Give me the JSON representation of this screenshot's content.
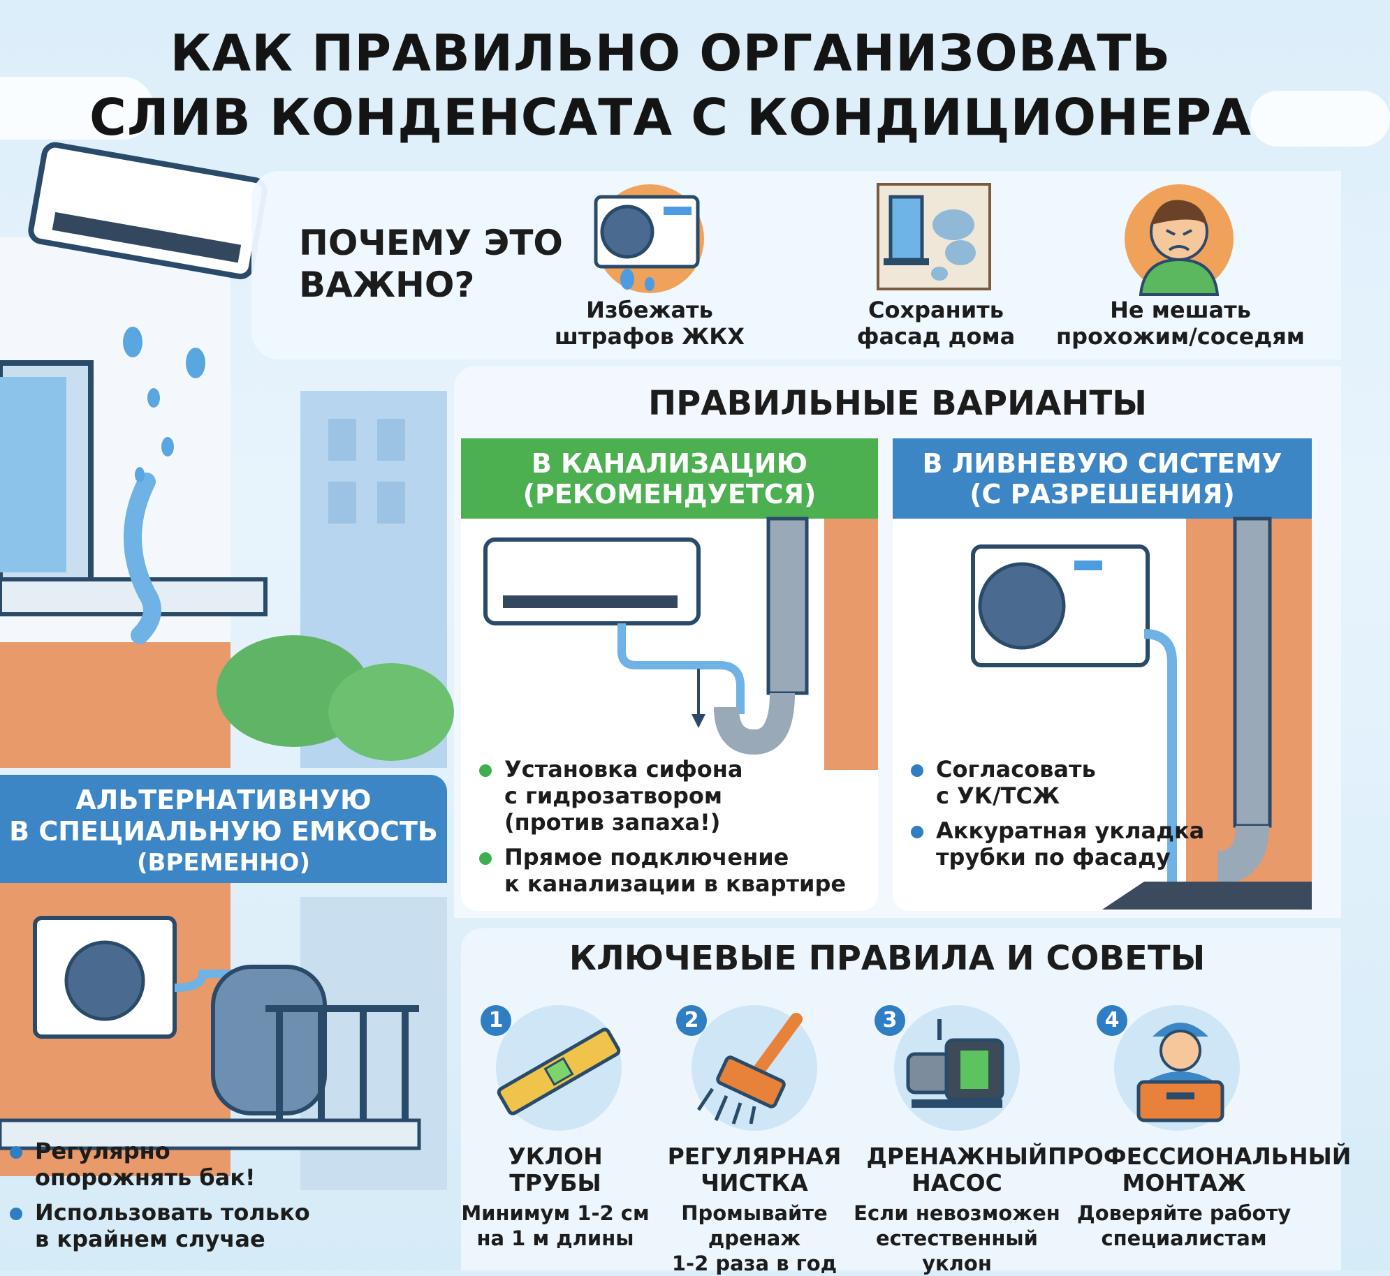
{
  "title": {
    "line1": "КАК ПРАВИЛЬНО ОРГАНИЗОВАТЬ",
    "line2": "СЛИВ КОНДЕНСАТА С КОНДИЦИОНЕРА"
  },
  "why": {
    "title_line1": "ПОЧЕМУ ЭТО",
    "title_line2": "ВАЖНО?",
    "items": [
      {
        "line1": "Избежать",
        "line2": "штрафов ЖКХ",
        "icon": "outdoor-unit-drip-icon"
      },
      {
        "line1": "Сохранить",
        "line2": "фасад дома",
        "icon": "stained-facade-icon"
      },
      {
        "line1": "Не мешать",
        "line2": "прохожим/соседям",
        "icon": "angry-person-icon"
      }
    ]
  },
  "correct": {
    "title": "ПРАВИЛЬНЫЕ ВАРИАНТЫ",
    "sewer": {
      "head_line1": "В КАНАЛИЗАЦИЮ",
      "head_line2": "(РЕКОМЕНДУЕТСЯ)",
      "bullets": [
        {
          "line1": "Установка сифона",
          "line2": "с гидрозатвором",
          "line3": "(против запаха!)"
        },
        {
          "line1": "Прямое подключение",
          "line2": "к канализации в квартире"
        }
      ],
      "color": "#4cb050"
    },
    "storm": {
      "head_line1": "В ЛИВНЕВУЮ СИСТЕМУ",
      "head_line2": "(С РАЗРЕШЕНИЯ)",
      "bullets": [
        {
          "line1": "Согласовать",
          "line2": "с УК/ТСЖ"
        },
        {
          "line1": "Аккуратная укладка",
          "line2": "трубки по фасаду"
        }
      ],
      "color": "#3d86c6"
    }
  },
  "alternative": {
    "head_line1": "АЛЬТЕРНАТИВНУЮ",
    "head_line2": "В СПЕЦИАЛЬНУЮ ЕМКОСТЬ",
    "head_line3": "(ВРЕМЕННО)",
    "bullets": [
      {
        "line1": "Регулярно",
        "line2": "опорожнять бак!"
      },
      {
        "line1": "Использовать только",
        "line2": "в крайнем случае"
      }
    ]
  },
  "rules": {
    "title": "КЛЮЧЕВЫЕ ПРАВИЛА И СОВЕТЫ",
    "items": [
      {
        "num": "1",
        "title_line1": "УКЛОН ТРУБЫ",
        "title_line2": "",
        "text_line1": "Минимум 1-2 см",
        "text_line2": "на 1 м длины",
        "icon": "level-tool-icon"
      },
      {
        "num": "2",
        "title_line1": "РЕГУЛЯРНАЯ",
        "title_line2": "ЧИСТКА",
        "text_line1": "Промывайте дренаж",
        "text_line2": "1-2 раза в год",
        "icon": "brush-icon"
      },
      {
        "num": "3",
        "title_line1": "ДРЕНАЖНЫЙ",
        "title_line2": "НАСОС",
        "text_line1": "Если невозможен",
        "text_line2": "естественный уклон",
        "icon": "pump-icon"
      },
      {
        "num": "4",
        "title_line1": "ПРОФЕССИОНАЛЬНЫЙ",
        "title_line2": "МОНТАЖ",
        "text_line1": "Доверяйте работу",
        "text_line2": "специалистам",
        "icon": "installer-icon"
      }
    ]
  }
}
